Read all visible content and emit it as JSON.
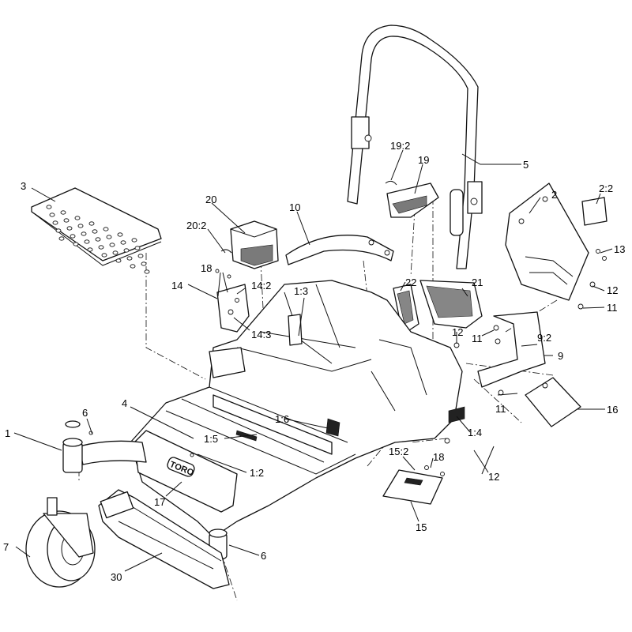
{
  "diagram": {
    "type": "exploded-parts-view",
    "brand_mark": "TORO",
    "callouts": {
      "c1": "1",
      "c1_2": "1:2",
      "c1_3": "1:3",
      "c1_4": "1:4",
      "c1_5": "1:5",
      "c1_6": "1:6",
      "c2": "2",
      "c2_2": "2:2",
      "c3": "3",
      "c4": "4",
      "c5": "5",
      "c6a": "6",
      "c6b": "6",
      "c7": "7",
      "c9": "9",
      "c9_2": "9:2",
      "c10": "10",
      "c11a": "11",
      "c11b": "11",
      "c11c": "11",
      "c12a": "12",
      "c12b": "12",
      "c12c": "12",
      "c13": "13",
      "c14": "14",
      "c14_2": "14:2",
      "c14_3": "14:3",
      "c15": "15",
      "c15_2": "15:2",
      "c16": "16",
      "c17": "17",
      "c18a": "18",
      "c18b": "18",
      "c19": "19",
      "c19_2": "19:2",
      "c20": "20",
      "c20_2": "20:2",
      "c21": "21",
      "c22": "22",
      "c30": "30"
    }
  }
}
